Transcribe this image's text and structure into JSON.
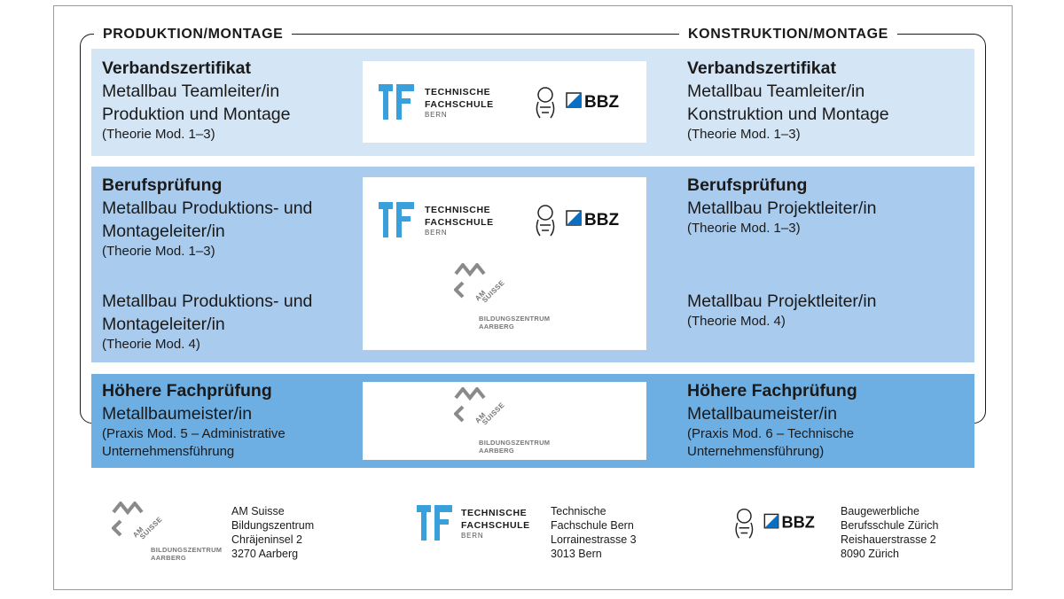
{
  "headers": {
    "left": "PRODUKTION/MONTAGE",
    "right": "KONSTRUKTION/MONTAGE"
  },
  "band1": {
    "left": {
      "title": "Verbandszertifikat",
      "line1": "Metallbau Teamleiter/in",
      "line2": "Produktion und Montage",
      "note": "(Theorie Mod. 1–3)"
    },
    "right": {
      "title": "Verbandszertifikat",
      "line1": "Metallbau Teamleiter/in",
      "line2": "Konstruktion und Montage",
      "note": "(Theorie Mod. 1–3)"
    }
  },
  "band2": {
    "left_a": {
      "title": "Berufsprüfung",
      "line1": "Metallbau Produktions- und",
      "line2": "Montageleiter/in",
      "note": "(Theorie Mod. 1–3)"
    },
    "left_b": {
      "line1": "Metallbau Produktions- und",
      "line2": "Montageleiter/in",
      "note": "(Theorie Mod. 4)"
    },
    "right_a": {
      "title": "Berufsprüfung",
      "line1": "Metallbau Projektleiter/in",
      "note": "(Theorie Mod. 1–3)"
    },
    "right_b": {
      "line1": "Metallbau Projektleiter/in",
      "note": "(Theorie Mod. 4)"
    }
  },
  "band3": {
    "left": {
      "title": "Höhere Fachprüfung",
      "line1": "Metallbaumeister/in",
      "note1": "(Praxis Mod. 5 – Administrative",
      "note2": "Unternehmensführung"
    },
    "right": {
      "title": "Höhere Fachprüfung",
      "line1": "Metallbaumeister/in",
      "note1": "(Praxis Mod. 6 – Technische",
      "note2": "Unternehmensführung)"
    }
  },
  "logos": {
    "tf": {
      "line1": "TECHNISCHE",
      "line2": "FACHSCHULE",
      "line3": "BERN"
    },
    "bbz": {
      "text": "BBZ"
    },
    "am": {
      "rot1": "AM",
      "rot2": "SUISSE",
      "sub1": "BILDUNGSZENTRUM",
      "sub2": "AARBERG"
    }
  },
  "footer": {
    "am": [
      "AM Suisse",
      "Bildungszentrum",
      "Chräjeninsel 2",
      "3270 Aarberg"
    ],
    "tf": [
      "Technische",
      "Fachschule Bern",
      "Lorrainestrasse 3",
      "3013 Bern"
    ],
    "bbz": [
      "Baugewerbliche",
      "Berufsschule Zürich",
      "Reishauerstrasse 2",
      "8090 Zürich"
    ]
  },
  "colors": {
    "band1": "#d4e5f6",
    "band2": "#a9cbee",
    "band3": "#6daee3",
    "tf_blue": "#3aa0dc",
    "bbz_blue": "#0a6fc2"
  }
}
